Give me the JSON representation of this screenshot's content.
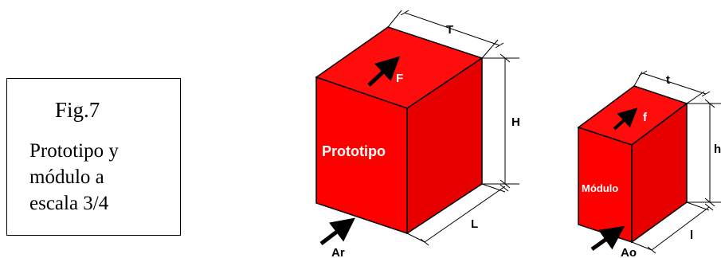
{
  "caption": {
    "title": "Fig.7",
    "lines": [
      "Prototipo y",
      "módulo a",
      "escala 3/4"
    ]
  },
  "prototype": {
    "face_label": "Prototipo",
    "force_label": "F",
    "air_label": "Ar",
    "dim_top": "T",
    "dim_height": "H",
    "dim_length": "L"
  },
  "module": {
    "face_label": "Módulo",
    "force_label": "f",
    "air_label": "Ao",
    "dim_top": "t",
    "dim_height": "h",
    "dim_length": "l"
  },
  "colors": {
    "front": "#ff0000",
    "side": "#e60000",
    "top": "#ff0d0d",
    "edge": "#000000",
    "text_on_red": "#ffffff"
  }
}
